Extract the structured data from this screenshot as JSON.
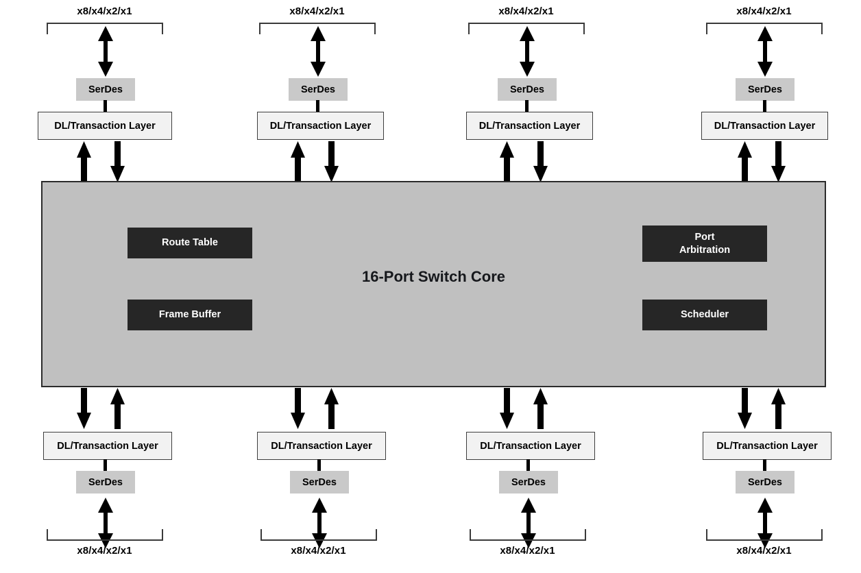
{
  "diagram": {
    "title": "16-Port Switch Core",
    "background_color": "#ffffff",
    "core_fill": "#c0c0c0",
    "block_fill": "#262626",
    "serdes_fill": "#c9c9c9",
    "dl_fill": "#f2f2f2"
  },
  "labels": {
    "lane": "x8/x4/x2/x1",
    "serdes": "SerDes",
    "dl_layer": "DL/Transaction Layer"
  },
  "core_blocks": [
    {
      "id": "route-table",
      "label": "Route Table"
    },
    {
      "id": "frame-buffer",
      "label": "Frame Buffer"
    },
    {
      "id": "port-arbitration",
      "label": "Port\nArbitration",
      "line1": "Port",
      "line2": "Arbitration"
    },
    {
      "id": "scheduler",
      "label": "Scheduler"
    }
  ],
  "top_ports": [
    {
      "index": 1,
      "lane": "x8/x4/x2/x1",
      "serdes": "SerDes",
      "dl_layer": "DL/Transaction Layer"
    },
    {
      "index": 2,
      "lane": "x8/x4/x2/x1",
      "serdes": "SerDes",
      "dl_layer": "DL/Transaction Layer"
    },
    {
      "index": 3,
      "lane": "x8/x4/x2/x1",
      "serdes": "SerDes",
      "dl_layer": "DL/Transaction Layer"
    },
    {
      "index": 4,
      "lane": "x8/x4/x2/x1",
      "serdes": "SerDes",
      "dl_layer": "DL/Transaction Layer"
    }
  ],
  "bottom_ports": [
    {
      "index": 5,
      "lane": "x8/x4/x2/x1",
      "serdes": "SerDes",
      "dl_layer": "DL/Transaction Layer"
    },
    {
      "index": 6,
      "lane": "x8/x4/x2/x1",
      "serdes": "SerDes",
      "dl_layer": "DL/Transaction Layer"
    },
    {
      "index": 7,
      "lane": "x8/x4/x2/x1",
      "serdes": "SerDes",
      "dl_layer": "DL/Transaction Layer"
    },
    {
      "index": 8,
      "lane": "x8/x4/x2/x1",
      "serdes": "SerDes",
      "dl_layer": "DL/Transaction Layer"
    }
  ]
}
